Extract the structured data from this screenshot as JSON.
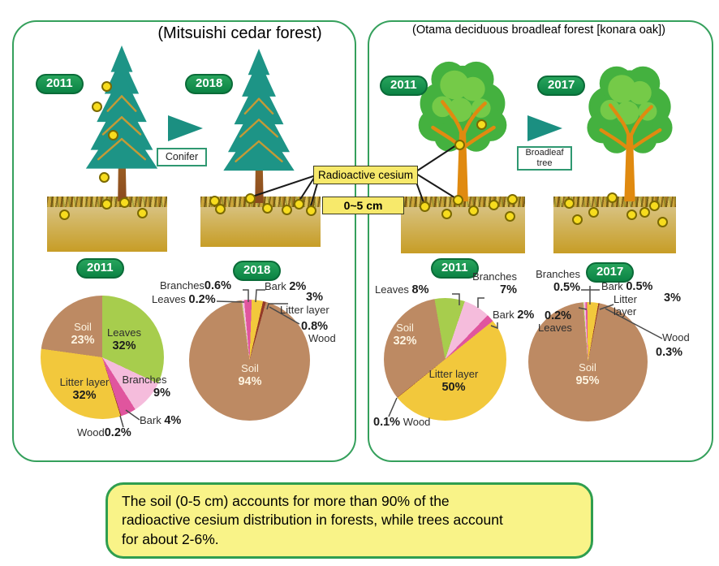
{
  "panels": [
    {
      "title": "(Mitsuishi cedar forest)",
      "type_label": "Conifer",
      "years": [
        "2011",
        "2018"
      ]
    },
    {
      "title": "(Otama deciduous broadleaf forest [konara oak])",
      "type_label": "Broadleaf tree",
      "years": [
        "2011",
        "2017"
      ]
    }
  ],
  "annotations": {
    "cesium_label": "Radioactive cesium",
    "depth_label": "0~5 cm"
  },
  "caption": {
    "lines": [
      "The soil (0-5 cm) accounts for more than 90% of the",
      "radioactive cesium distribution in forests, while trees account",
      "for about 2-6%."
    ]
  },
  "colors": {
    "panel_border": "#35a05c",
    "badge_green": "#0b8344",
    "label_box_yellow": "#f7e96b",
    "caption_yellow": "#f9f388",
    "caption_border": "#2f9e4f",
    "cesium_dot": "#f7dc1e",
    "conifer_teal": "#1d9486",
    "broadleaf_green": "#44b13f"
  },
  "chart_data": [
    {
      "type": "pie",
      "forest": "Mitsuishi cedar forest",
      "year": "2011",
      "start_deg": 0,
      "slices": [
        {
          "label": "Leaves",
          "pct": "32%",
          "value": 32,
          "color": "#a7cd4d"
        },
        {
          "label": "Branches",
          "pct": "9%",
          "value": 9,
          "color": "#f5bcdc"
        },
        {
          "label": "Bark",
          "pct": "4%",
          "value": 4,
          "color": "#e0559e"
        },
        {
          "label": "Wood",
          "pct": "0.2%",
          "value": 0.2,
          "color": "#943a28"
        },
        {
          "label": "Litter layer",
          "pct": "32%",
          "value": 32,
          "color": "#f2c83c"
        },
        {
          "label": "Soil",
          "pct": "23%",
          "value": 22.8,
          "color": "#bd8a63"
        }
      ]
    },
    {
      "type": "pie",
      "forest": "Mitsuishi cedar forest",
      "year": "2018",
      "start_deg": -8,
      "slices": [
        {
          "label": "Leaves",
          "pct": "0.2%",
          "value": 0.2,
          "color": "#a7cd4d"
        },
        {
          "label": "Branches",
          "pct": "0.6%",
          "value": 0.6,
          "color": "#f5bcdc"
        },
        {
          "label": "Bark",
          "pct": "2%",
          "value": 2,
          "color": "#e0559e"
        },
        {
          "label": "Litter layer",
          "pct": "3%",
          "value": 3,
          "color": "#f2c83c"
        },
        {
          "label": "Wood",
          "pct": "0.8%",
          "value": 0.8,
          "color": "#943a28"
        },
        {
          "label": "Soil",
          "pct": "94%",
          "value": 93.4,
          "color": "#bd8a63"
        }
      ]
    },
    {
      "type": "pie",
      "forest": "Otama deciduous broadleaf forest (konara oak)",
      "year": "2011",
      "start_deg": -10,
      "slices": [
        {
          "label": "Leaves",
          "pct": "8%",
          "value": 8,
          "color": "#a7cd4d"
        },
        {
          "label": "Branches",
          "pct": "7%",
          "value": 7,
          "color": "#f5bcdc"
        },
        {
          "label": "Bark",
          "pct": "2%",
          "value": 2,
          "color": "#e0559e"
        },
        {
          "label": "Litter layer",
          "pct": "50%",
          "value": 50,
          "color": "#f2c83c"
        },
        {
          "label": "Wood",
          "pct": "0.1%",
          "value": 0.1,
          "color": "#943a28"
        },
        {
          "label": "Soil",
          "pct": "32%",
          "value": 32.9,
          "color": "#bd8a63"
        }
      ]
    },
    {
      "type": "pie",
      "forest": "Otama deciduous broadleaf forest (konara oak)",
      "year": "2017",
      "start_deg": -5,
      "slices": [
        {
          "label": "Leaves",
          "pct": "0.2%",
          "value": 0.2,
          "color": "#a7cd4d"
        },
        {
          "label": "Branches",
          "pct": "0.5%",
          "value": 0.5,
          "color": "#f5bcdc"
        },
        {
          "label": "Bark",
          "pct": "0.5%",
          "value": 0.5,
          "color": "#e0559e"
        },
        {
          "label": "Litter layer",
          "pct": "3%",
          "value": 3,
          "color": "#f2c83c"
        },
        {
          "label": "Wood",
          "pct": "0.3%",
          "value": 0.3,
          "color": "#943a28"
        },
        {
          "label": "Soil",
          "pct": "95%",
          "value": 95.5,
          "color": "#bd8a63"
        }
      ]
    }
  ]
}
